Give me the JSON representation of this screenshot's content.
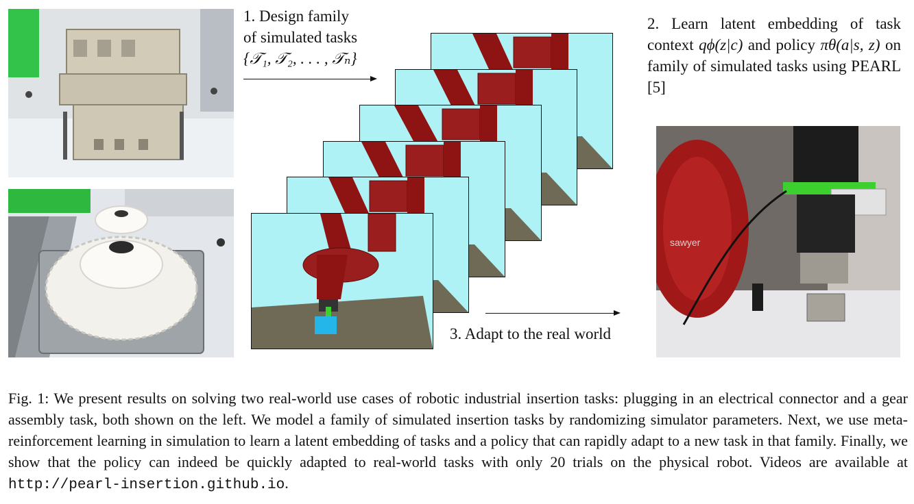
{
  "steps": {
    "step1_line1": "1. Design family",
    "step1_line2": "of simulated tasks",
    "step1_math": "{𝒯₁, 𝒯₂, . . . , 𝒯ₙ}",
    "step2_text_a": "2. Learn latent embedding of task context ",
    "step2_math_q": "qϕ(z|c)",
    "step2_text_b": " and policy ",
    "step2_math_pi": "πθ(a|s, z)",
    "step2_text_c": " on family of simulated tasks using PEARL [5]",
    "step3": "3. Adapt to the real world"
  },
  "robot_label": "sawyer",
  "caption": {
    "text": "Fig. 1: We present results on solving two real-world use cases of robotic industrial insertion tasks: plugging in an electrical connector and a gear assembly task, both shown on the left. We model a family of simulated insertion tasks by randomizing simulator parameters. Next, we use meta-reinforcement learning in simulation to learn a latent embedding of tasks and a policy that can rapidly adapt to a new task in that family. Finally, we show that the policy can indeed be quickly adapted to real-world tasks with only 20 trials on the physical robot. Videos are available at ",
    "url": "http://pearl-insertion.github.io",
    "end": "."
  },
  "colors": {
    "sim_sky": "#aef2f5",
    "sim_floor": "#6e6a55",
    "robot_red": "#8e1414",
    "gripper_green": "#3ccf2e"
  }
}
